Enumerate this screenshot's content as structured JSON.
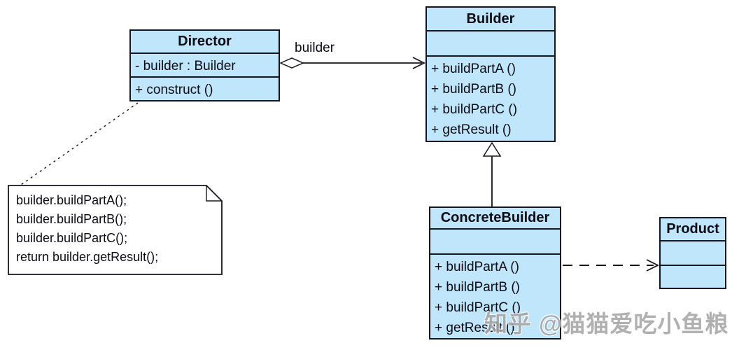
{
  "diagram": {
    "background": "#ffffff",
    "box_fill": "#bfe6fb",
    "box_border": "#16161e",
    "classes": {
      "director": {
        "title": "Director",
        "attributes": [
          "- builder : Builder"
        ],
        "methods": [
          "+ construct ()"
        ]
      },
      "builder": {
        "title": "Builder",
        "attributes": [],
        "methods": [
          "+ buildPartA ()",
          "+ buildPartB ()",
          "+ buildPartC ()",
          "+ getResult ()"
        ]
      },
      "concrete_builder": {
        "title": "ConcreteBuilder",
        "attributes": [],
        "methods": [
          "+ buildPartA ()",
          "+ buildPartB ()",
          "+ buildPartC ()",
          "+ getResult ()"
        ]
      },
      "product": {
        "title": "Product",
        "attributes": [],
        "methods": []
      }
    },
    "note": {
      "lines": [
        "builder.buildPartA();",
        "builder.buildPartB();",
        "builder.buildPartC();",
        "return builder.getResult();"
      ]
    },
    "edges": {
      "aggregation_label": "builder",
      "aggregation": "Director -> Builder (hollow diamond, open arrow)",
      "generalization": "ConcreteBuilder -> Builder (hollow triangle)",
      "dependency": "ConcreteBuilder -> Product (dashed, open arrow)",
      "note_anchor": "Director -> note (dotted)"
    },
    "watermark": "知乎 @猫猫爱吃小鱼粮"
  }
}
